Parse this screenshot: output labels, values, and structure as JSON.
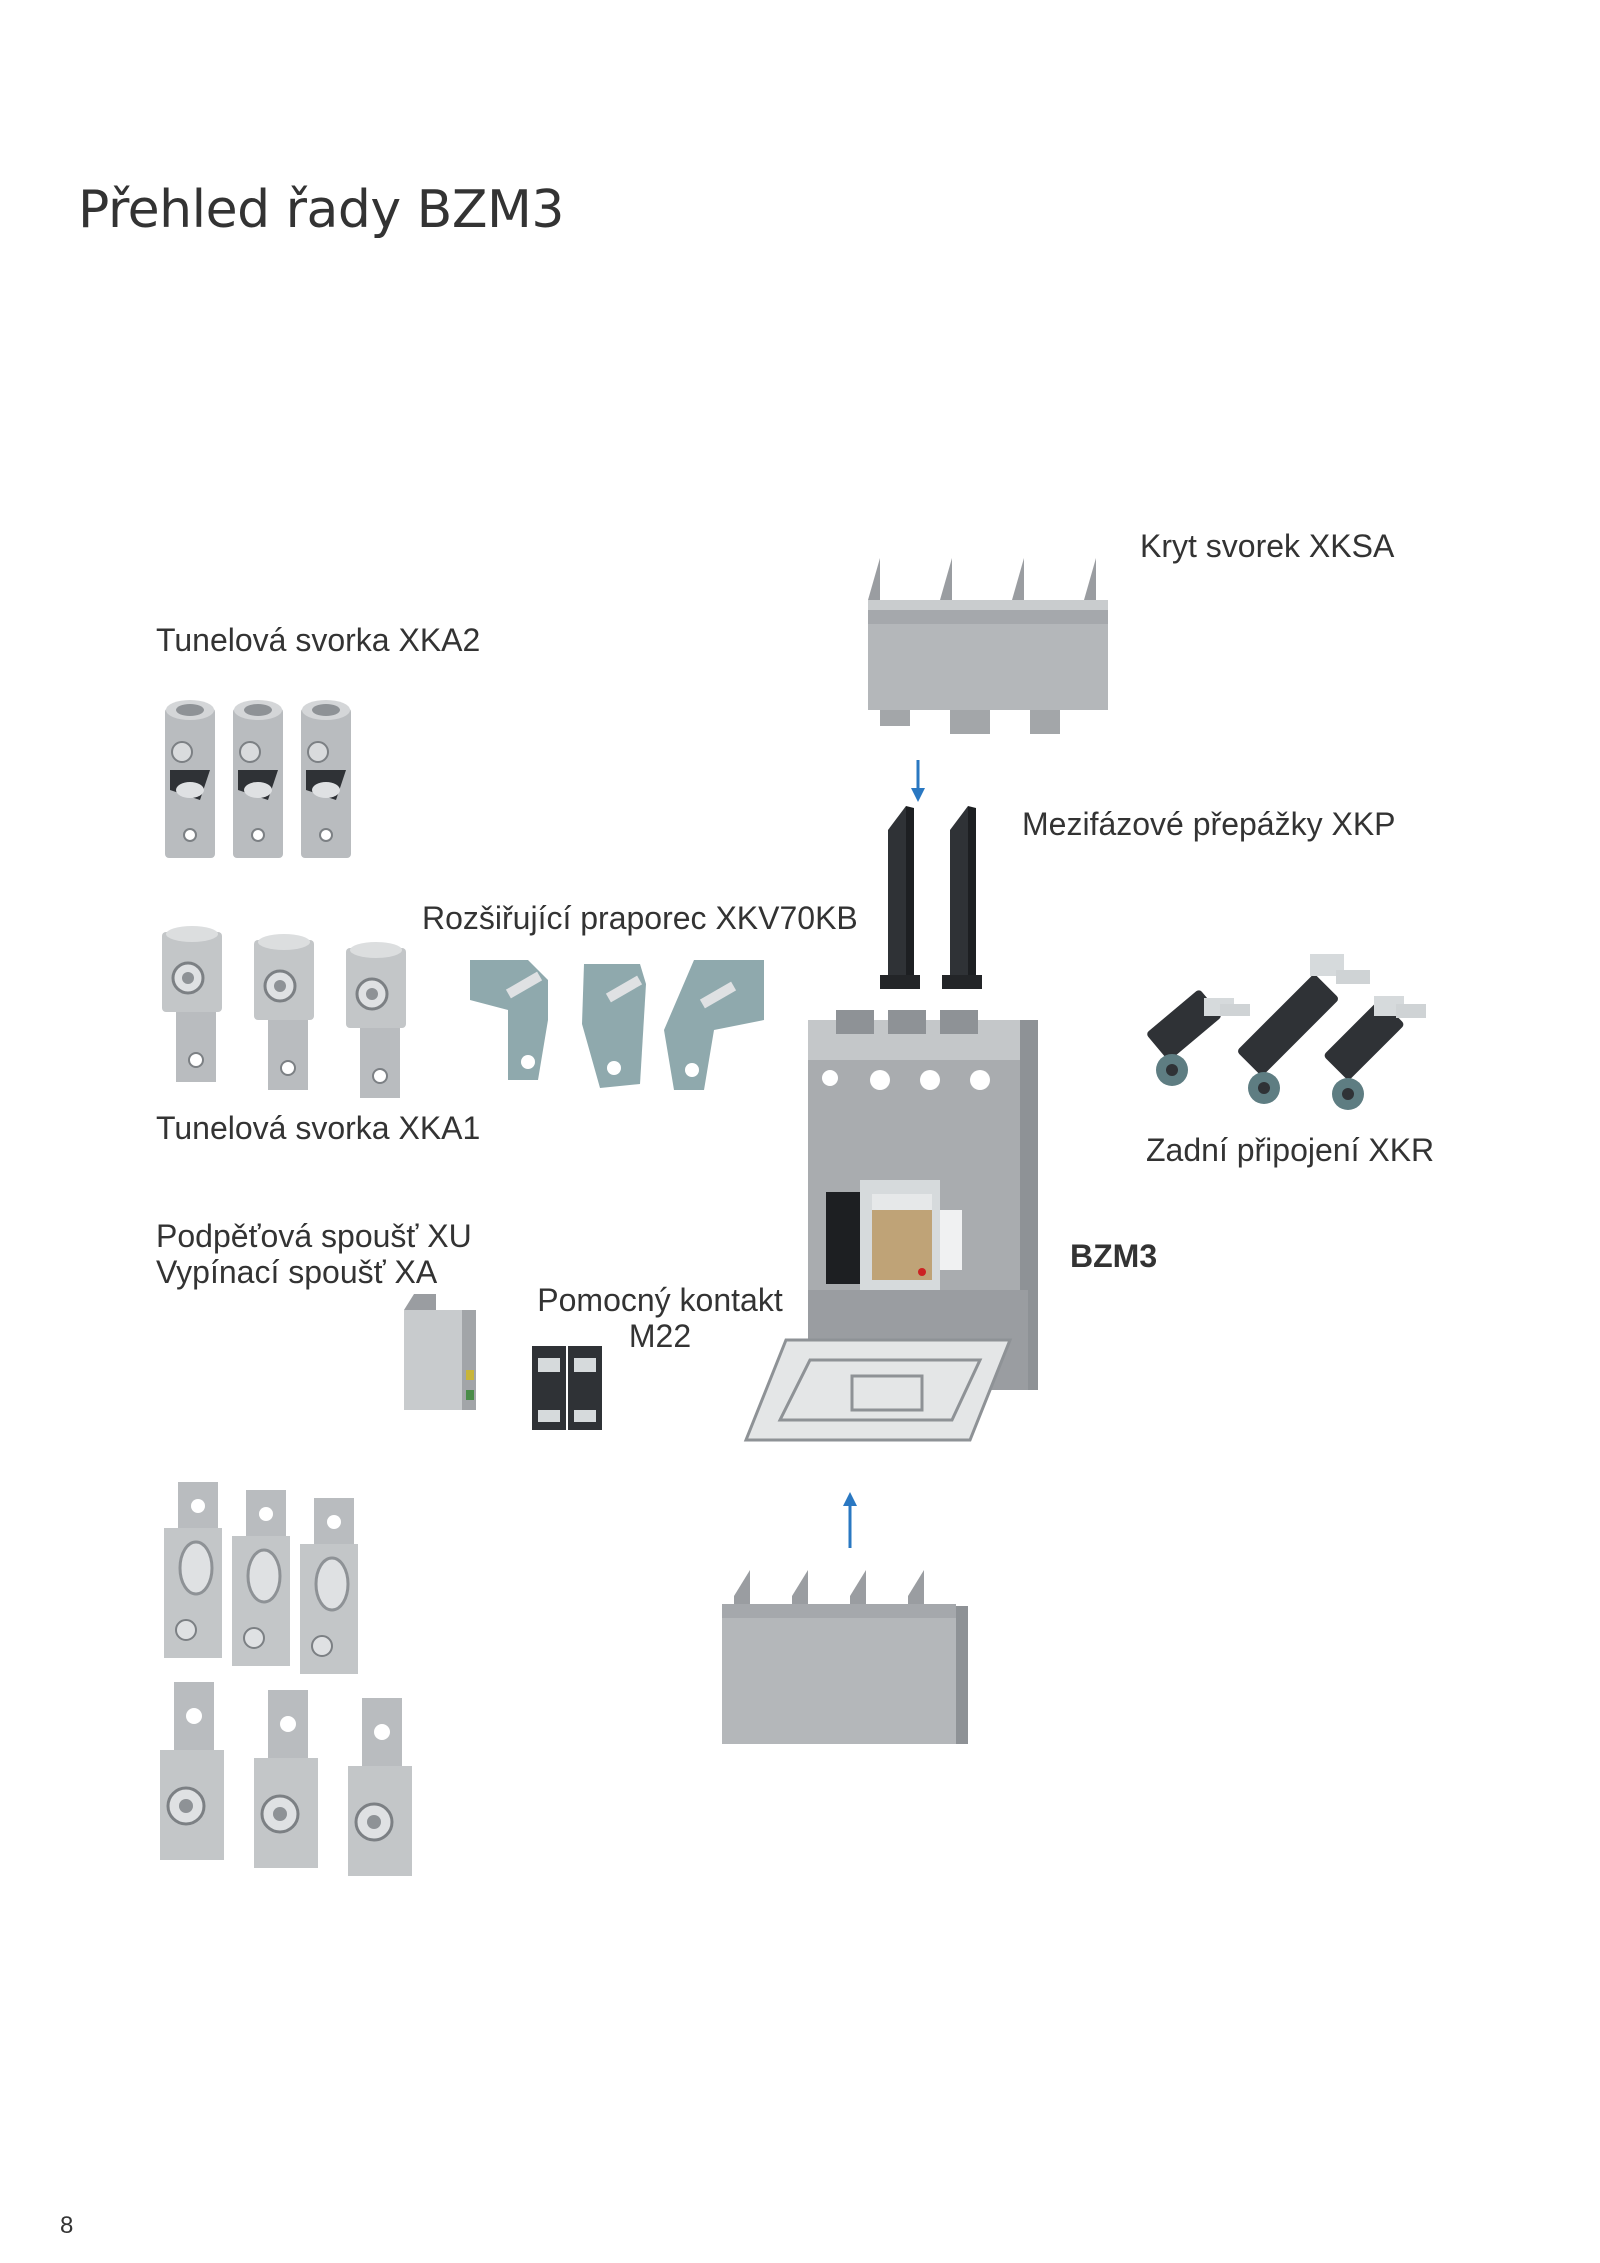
{
  "page": {
    "title": "Přehled řady BZM3",
    "number": "8"
  },
  "labels": {
    "kryt": "Kryt svorek XKSA",
    "xka2": "Tunelová svorka XKA2",
    "xkp": "Mezifázové přepážky XKP",
    "xkv": "Rozšiřující praporec XKV70KB",
    "xka1": "Tunelová svorka XKA1",
    "xkr": "Zadní připojení XKR",
    "xu": "Podpěťová spoušť XU",
    "xa": "Vypínací spoušť XA",
    "m22_line1": "Pomocný kontakt",
    "m22_line2": "M22",
    "bzm3": "BZM3"
  },
  "colors": {
    "metal": "#b9bcbf",
    "metal_dark": "#8e9296",
    "partition": "#2f3236",
    "flag": "#8fa9ad",
    "arrow": "#2a78c2",
    "breaker": "#a9acaf"
  }
}
